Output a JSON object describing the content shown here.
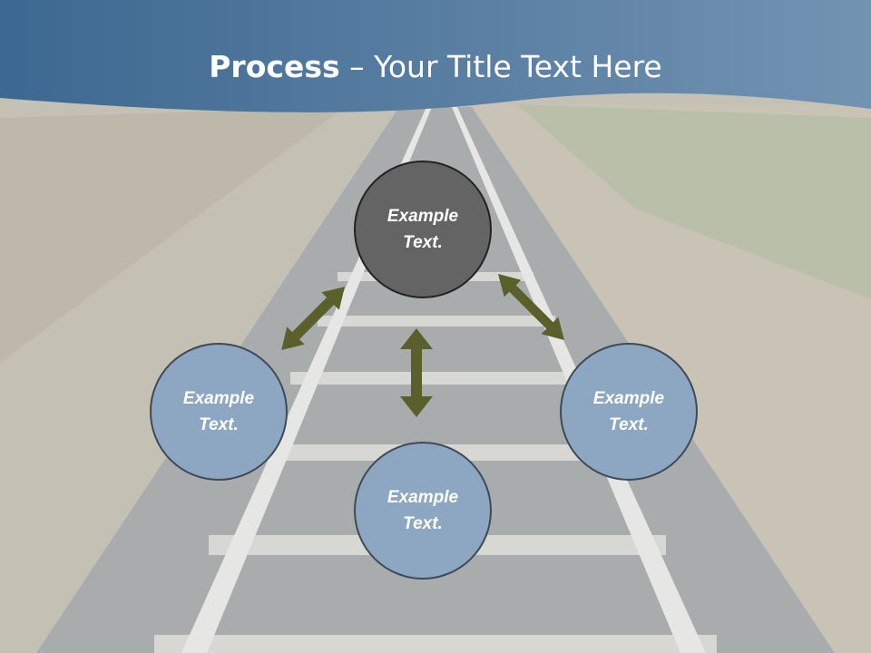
{
  "title": {
    "bold": "Process",
    "rest": " – Your Title Text Here"
  },
  "nodes": {
    "top": {
      "line1": "Example",
      "line2": "Text."
    },
    "left": {
      "line1": "Example",
      "line2": "Text."
    },
    "right": {
      "line1": "Example",
      "line2": "Text."
    },
    "bottom": {
      "line1": "Example",
      "line2": "Text."
    }
  },
  "colors": {
    "header": "#4d7398",
    "node_blue": "#8da6c1",
    "node_dark": "#646464",
    "arrow": "#5b5f2c"
  }
}
